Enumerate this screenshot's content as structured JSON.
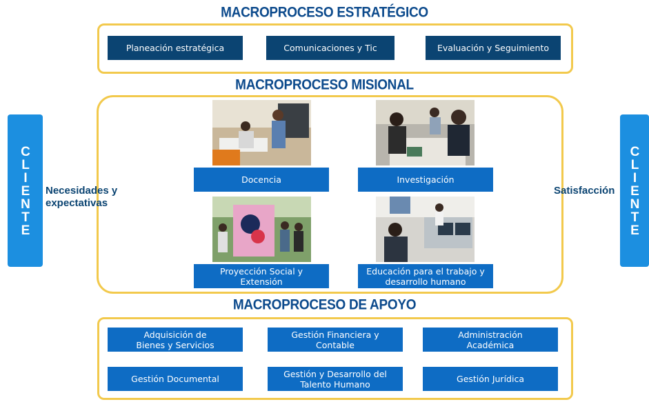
{
  "headings": {
    "estrategico": "MACROPROCESO ESTRATÉGICO",
    "misional": "MACROPROCESO MISIONAL",
    "apoyo": "MACROPROCESO DE APOYO"
  },
  "estrategico": {
    "items": [
      "Planeación estratégica",
      "Comunicaciones y Tic",
      "Evaluación y Seguimiento"
    ]
  },
  "misional": {
    "items": [
      "Docencia",
      "Investigación",
      "Proyección Social y Extensión",
      "Educación para el trabajo y desarrollo humano"
    ]
  },
  "apoyo": {
    "items": [
      "Adquisición de Bienes y Servicios",
      "Gestión Financiera y Contable",
      "Administración Académica",
      "Gestión Documental",
      "Gestión y Desarrollo del Talento Humano",
      "Gestión Jurídica"
    ]
  },
  "cliente_left": "CLIENTE",
  "cliente_right": "CLIENTE",
  "left_label": "Necesidades y expectativas",
  "right_label": "Satisfacción",
  "colors": {
    "heading": "#0c4a8c",
    "frame": "#f2c94c",
    "box_dark": "#0b4472",
    "box_light": "#0e6cc4",
    "cliente": "#1c8fe0"
  }
}
